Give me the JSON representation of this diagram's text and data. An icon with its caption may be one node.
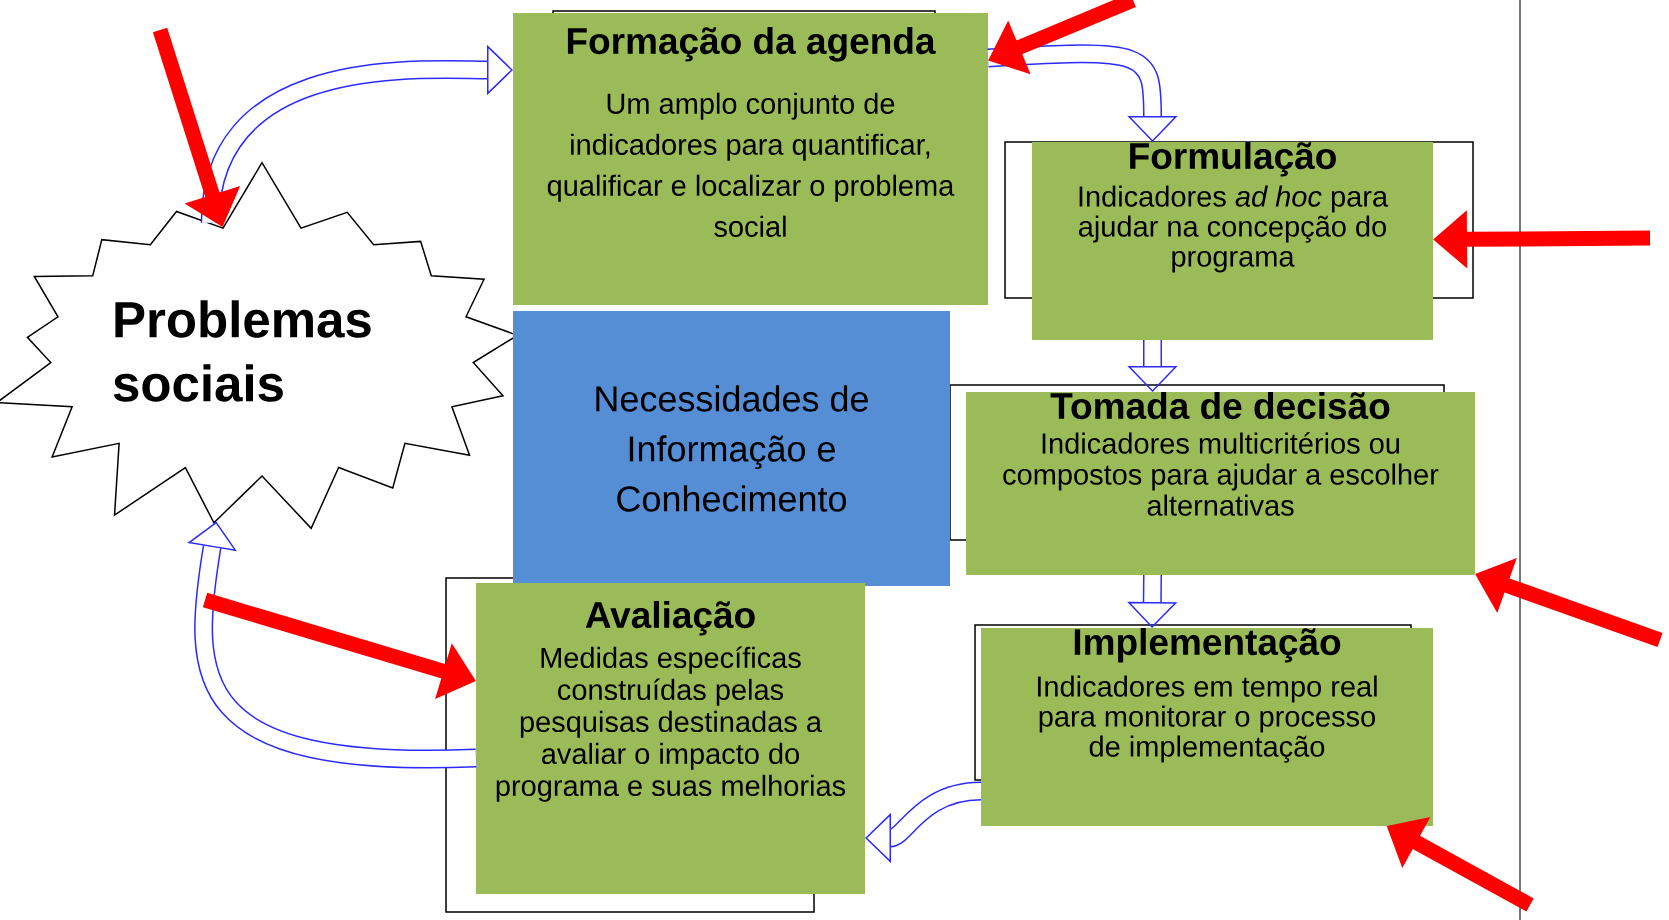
{
  "diagram": {
    "nodes": [
      {
        "text": [
          "Problemas sociais"
        ]
      },
      {
        "text": [
          "Formação da agenda",
          "Um amplo conjunto de indicadores para quantificar, qualificar e localizar o problema social"
        ]
      },
      {
        "text": [
          "Formulação",
          "Indicadores *ad hoc* para ajudar na concepção do programa"
        ]
      },
      {
        "text": [
          "Necessidades de Informação e Conhecimento"
        ]
      },
      {
        "text": [
          "Tomada de decisão",
          "Indicadores multicritérios ou compostos para ajudar a escolher alternativas"
        ]
      },
      {
        "text": [
          "Implementação",
          "Indicadores em tempo real para monitorar o processo de implementação"
        ]
      },
      {
        "text": [
          "Avaliação",
          "Medidas específicas construídas pelas pesquisas destinadas a avaliar o impacto do programa e suas melhorias"
        ]
      }
    ],
    "edges": [
      {
        "from": 0,
        "to": 1,
        "arrow": "to"
      },
      {
        "from": 1,
        "to": 2,
        "arrow": "to"
      },
      {
        "from": 2,
        "to": 4,
        "arrow": "to"
      },
      {
        "from": 4,
        "to": 5,
        "arrow": "to"
      },
      {
        "from": 5,
        "to": 6,
        "arrow": "to"
      },
      {
        "from": 6,
        "to": 0,
        "arrow": "to"
      },
      {
        "from": null,
        "to": 0,
        "arrow": "to",
        "color": "#ff0000"
      },
      {
        "from": null,
        "to": 1,
        "arrow": "to",
        "color": "#ff0000"
      },
      {
        "from": null,
        "to": 2,
        "arrow": "to",
        "color": "#ff0000"
      },
      {
        "from": null,
        "to": 4,
        "arrow": "to",
        "color": "#ff0000"
      },
      {
        "from": null,
        "to": 5,
        "arrow": "to",
        "color": "#ff0000"
      },
      {
        "from": null,
        "to": 6,
        "arrow": "to",
        "color": "#ff0000"
      }
    ]
  }
}
